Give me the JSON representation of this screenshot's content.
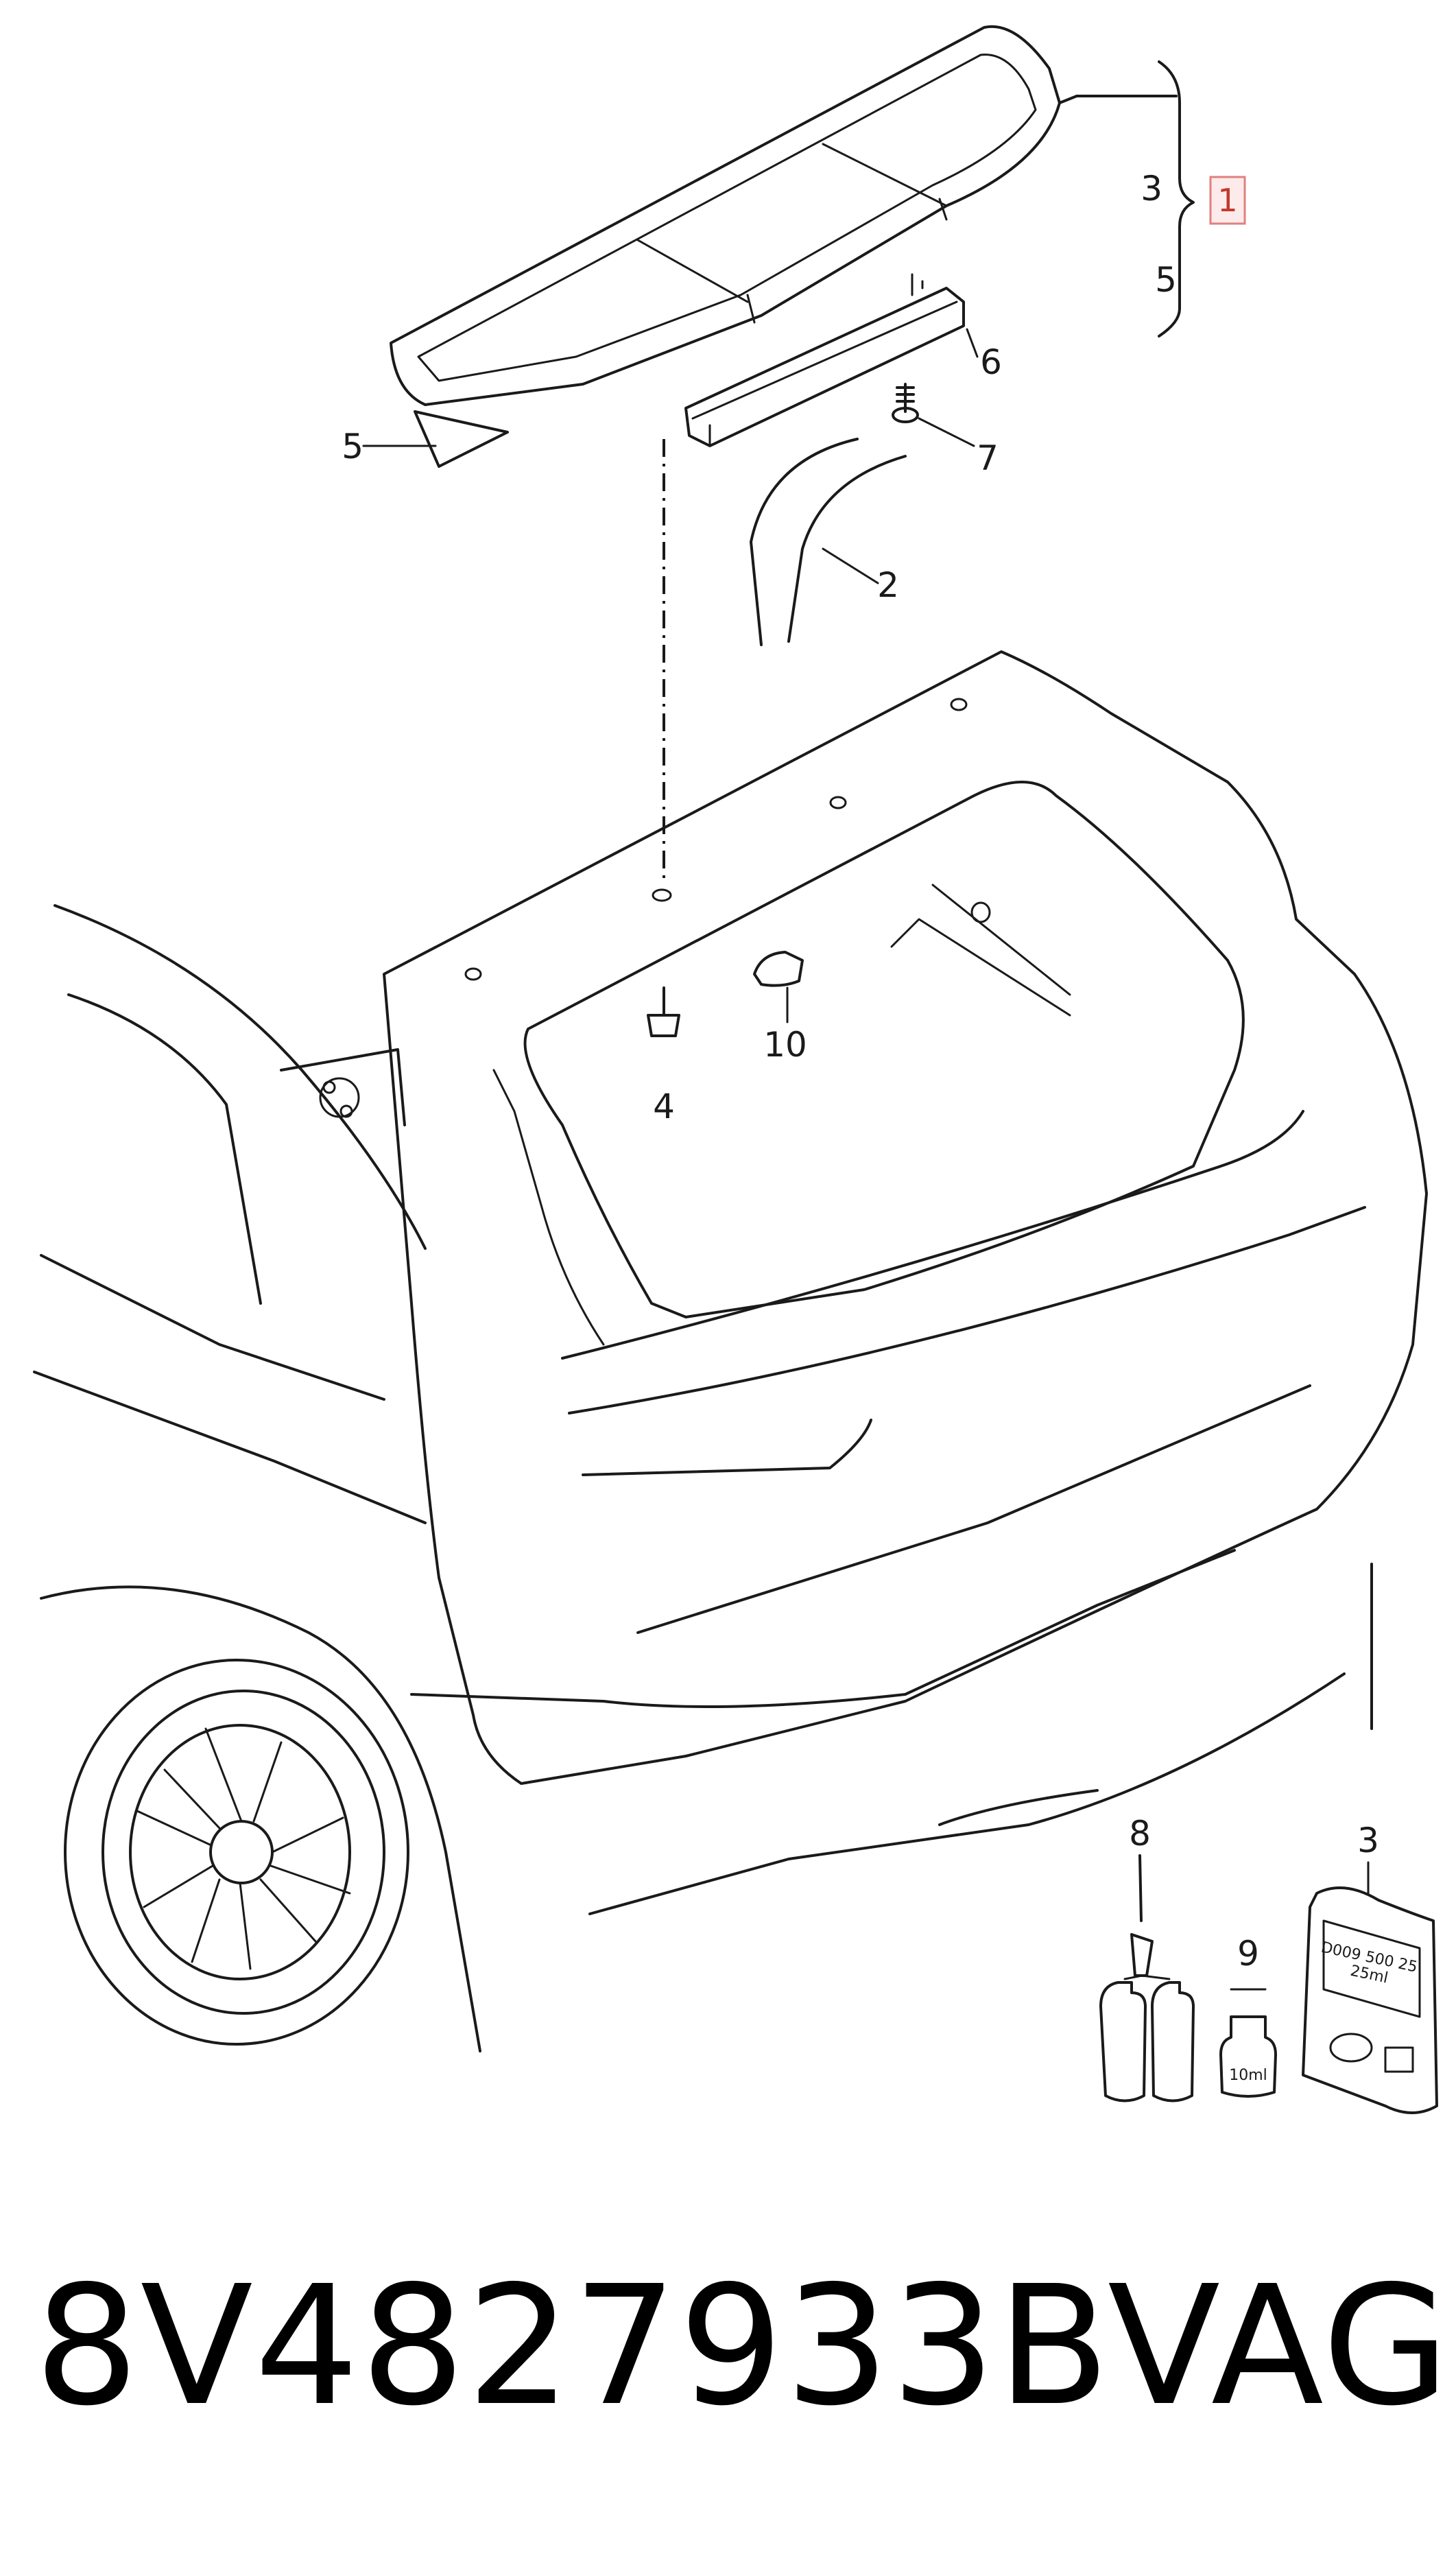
{
  "callouts": {
    "c1": "1",
    "c2": "2",
    "c3_group": "3",
    "c3_kit": "3",
    "c4": "4",
    "c5_group": "5",
    "c5_left": "5",
    "c6": "6",
    "c7": "7",
    "c8": "8",
    "c9": "9",
    "c10": "10"
  },
  "product_labels": {
    "bottle_volume": "10ml",
    "kit_code": "D009 500 25",
    "kit_weight": "25ml"
  },
  "footer": {
    "part_number": "8V4827933B",
    "brand": "VAG"
  },
  "colors": {
    "line": "#1a1a1a",
    "tag_border": "#e08080",
    "tag_fill": "#fdeaea"
  }
}
